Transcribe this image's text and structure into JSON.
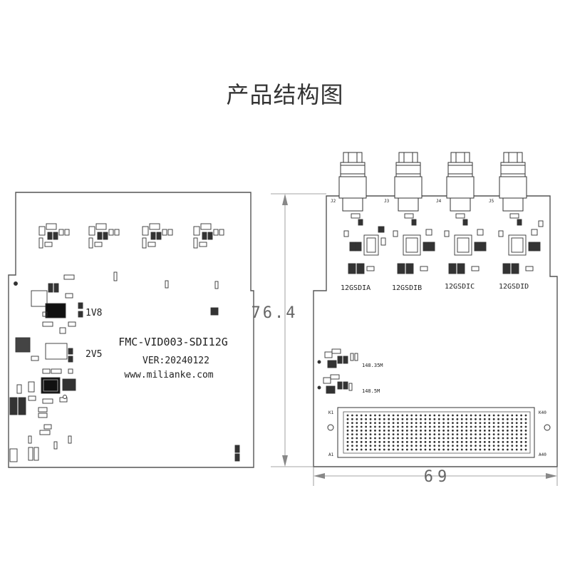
{
  "title": "产品结构图",
  "left_board": {
    "model": "FMC-VID003-SDI12G",
    "version": "VER:20240122",
    "website": "www.milianke.com",
    "voltage_1": "1V8",
    "voltage_2": "2V5"
  },
  "right_board": {
    "channels": [
      "12GSDIA",
      "12GSDIB",
      "12GSDIC",
      "12GSDID"
    ],
    "connector_refs": [
      "J2",
      "J3",
      "J4",
      "J5"
    ],
    "clock_1": "148.35M",
    "clock_2": "148.5M",
    "fmc_pins": [
      "K1",
      "K40",
      "A1",
      "A40"
    ]
  },
  "dimensions": {
    "height": "76.4",
    "width": "69"
  },
  "colors": {
    "board_outline": "#555555",
    "dimension_line": "#888888",
    "text": "#222222"
  }
}
